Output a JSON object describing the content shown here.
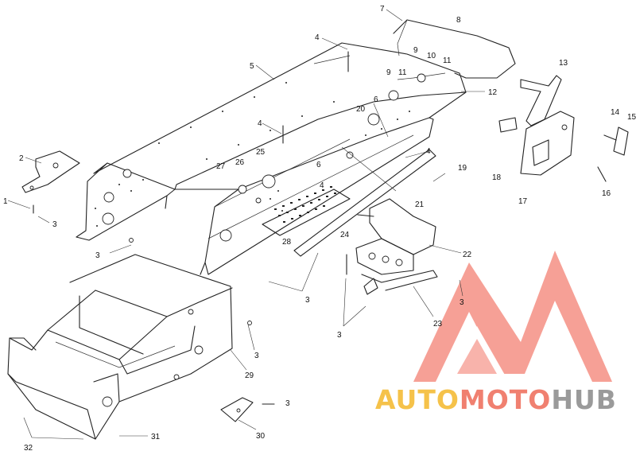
{
  "callouts": [
    "1",
    "2",
    "3",
    "4",
    "5",
    "6",
    "7",
    "8",
    "9",
    "10",
    "11",
    "12",
    "13",
    "14",
    "15",
    "16",
    "17",
    "18",
    "19",
    "20",
    "21",
    "22",
    "23",
    "24",
    "25",
    "26",
    "27",
    "28",
    "29",
    "30",
    "31",
    "32"
  ],
  "watermark": {
    "part1": "AUTO",
    "part2": "MOTO",
    "part3": "HUB",
    "colors": {
      "auto": "#f5c24a",
      "moto": "#f08070",
      "hub": "#9a9a9a",
      "logo": "#f26b5b"
    }
  }
}
